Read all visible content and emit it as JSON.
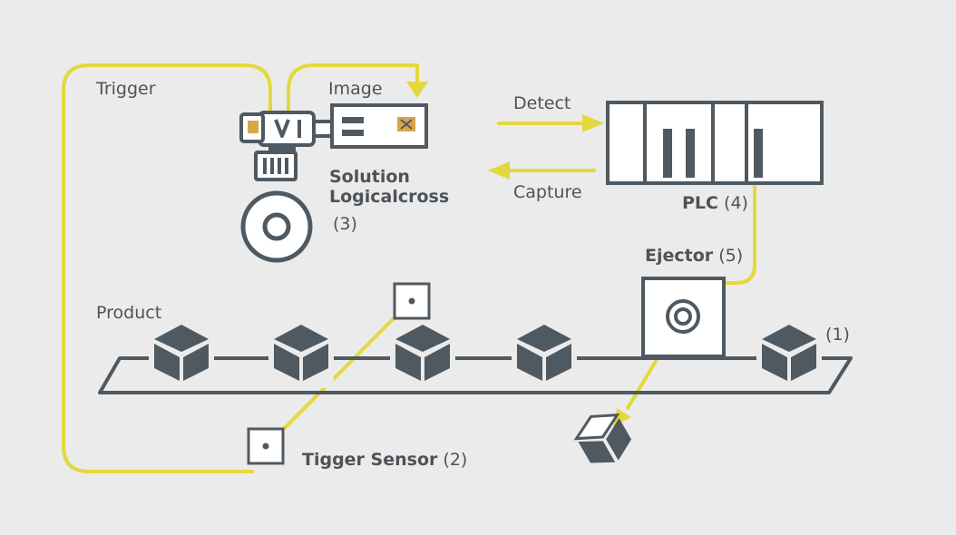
{
  "colors": {
    "line": "#e3d83c",
    "ink": "#4f5961",
    "background": "#ebebeb",
    "box_white": "#ffffff"
  },
  "labels": {
    "trigger": "Trigger",
    "image": "Image",
    "detect": "Detect",
    "capture": "Capture",
    "solution_line1": "Solution",
    "solution_line2": "Logicalcross",
    "solution_num": "(3)",
    "plc": "PLC",
    "plc_num": "(4)",
    "ejector": "Ejector",
    "ejector_num": "(5)",
    "product": "Product",
    "product_num": "(1)",
    "sensor": "Tigger Sensor",
    "sensor_num": "(2)"
  },
  "icons": [
    "camera-icon",
    "lens-icon",
    "processor-unit-icon",
    "plc-rack-icon",
    "ejector-icon",
    "trigger-sensor-icon",
    "sensor-emitter-icon",
    "product-box-icon",
    "ejected-box-icon"
  ]
}
